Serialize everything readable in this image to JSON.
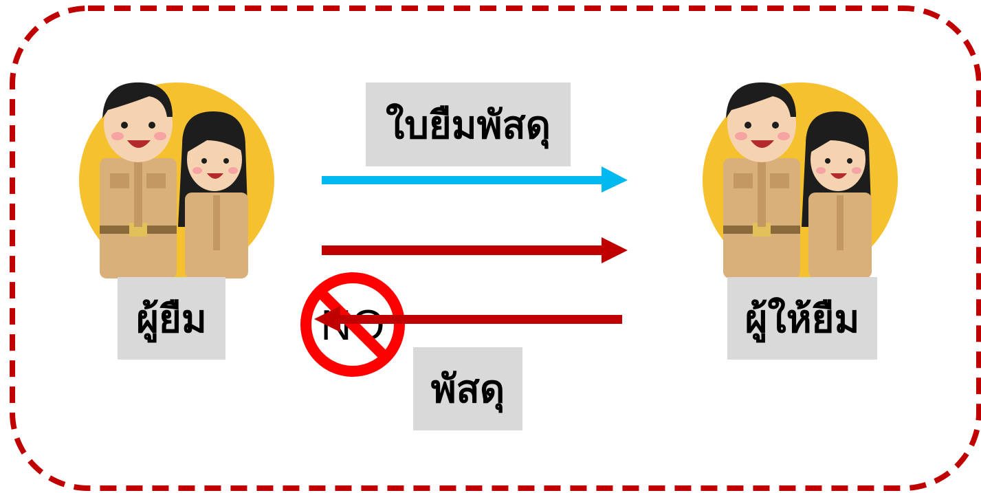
{
  "labels": {
    "borrower": "ผู้ยืม",
    "lender": "ผู้ให้ยืม",
    "form": "ใบยืมพัสดุ",
    "supplies": "พัสดุ",
    "no_sign": "NO"
  },
  "colors": {
    "border": "#c00000",
    "form_arrow": "#00b8f0",
    "supply_arrow": "#c00000",
    "label_bg": "#d9d9d9",
    "circle_bg": "#f6c12f",
    "uniform": "#d9b07a",
    "no_sign": "#ff0000"
  },
  "icons": {
    "borrower": "officials-pair-icon",
    "lender": "officials-pair-icon",
    "prohibited": "no-entry-sign-icon"
  }
}
